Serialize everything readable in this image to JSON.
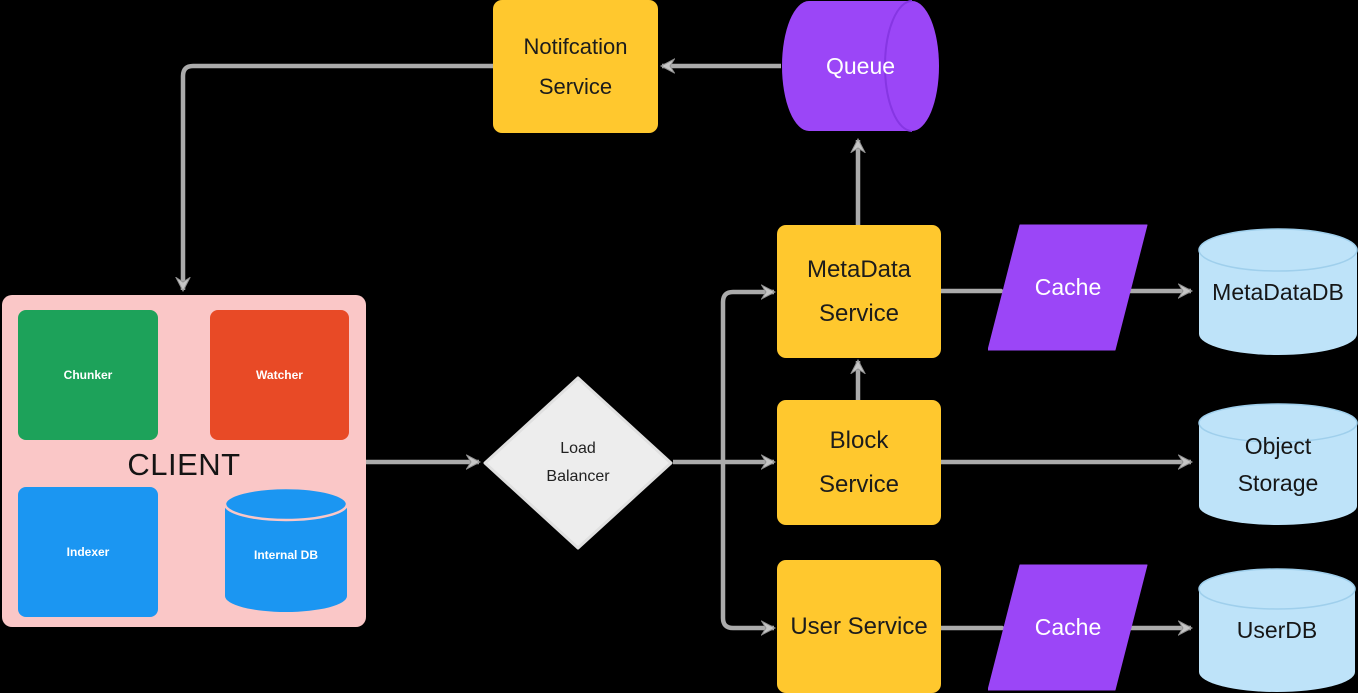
{
  "colors": {
    "background": "#000000",
    "yellow": "#FFC82E",
    "purple": "#9B46F7",
    "purple_rim": "#8636E3",
    "light_blue": "#BEE3F9",
    "light_blue_rim": "#9FCFEC",
    "pink": "#FAC7C7",
    "green": "#1DA25A",
    "red": "#E84A26",
    "blue": "#1B96F2",
    "diamond_fill": "#EDEDED",
    "diamond_stroke": "#E0E0E0",
    "connector": "#ABABAB",
    "arrowhead": "#C6C6C6",
    "arrowhead_stroke": "#929292"
  },
  "nodes": {
    "notification_service": {
      "label": "Notifcation\nService",
      "shape": "rounded-rectangle"
    },
    "queue": {
      "label": "Queue",
      "shape": "horizontal-cylinder"
    },
    "client": {
      "label": "CLIENT",
      "shape": "container",
      "chunker": {
        "label": "Chunker",
        "shape": "rounded-rectangle"
      },
      "watcher": {
        "label": "Watcher",
        "shape": "rounded-rectangle"
      },
      "indexer": {
        "label": "Indexer",
        "shape": "rounded-rectangle"
      },
      "internal_db": {
        "label": "Internal DB",
        "shape": "cylinder"
      }
    },
    "load_balancer": {
      "label": "Load\nBalancer",
      "shape": "diamond"
    },
    "metadata_service": {
      "label": "MetaData\nService",
      "shape": "rounded-rectangle"
    },
    "block_service": {
      "label": "Block\nService",
      "shape": "rounded-rectangle"
    },
    "user_service": {
      "label": "User Service",
      "shape": "rounded-rectangle"
    },
    "cache_metadata": {
      "label": "Cache",
      "shape": "parallelogram"
    },
    "cache_user": {
      "label": "Cache",
      "shape": "parallelogram"
    },
    "metadata_db": {
      "label": "MetaDataDB",
      "shape": "cylinder"
    },
    "object_storage": {
      "label": "Object\nStorage",
      "shape": "cylinder"
    },
    "user_db": {
      "label": "UserDB",
      "shape": "cylinder"
    }
  },
  "edges": [
    {
      "from": "queue",
      "to": "notification_service",
      "arrow": true
    },
    {
      "from": "notification_service",
      "to": "client",
      "arrow": true
    },
    {
      "from": "metadata_service",
      "to": "queue",
      "arrow": true
    },
    {
      "from": "client",
      "to": "load_balancer",
      "arrow": true
    },
    {
      "from": "load_balancer",
      "to": "metadata_service",
      "arrow": true
    },
    {
      "from": "load_balancer",
      "to": "block_service",
      "arrow": true
    },
    {
      "from": "load_balancer",
      "to": "user_service",
      "arrow": true
    },
    {
      "from": "block_service",
      "to": "metadata_service",
      "arrow": true
    },
    {
      "from": "metadata_service",
      "to": "cache_metadata",
      "arrow": false
    },
    {
      "from": "cache_metadata",
      "to": "metadata_db",
      "arrow": true
    },
    {
      "from": "block_service",
      "to": "object_storage",
      "arrow": true
    },
    {
      "from": "user_service",
      "to": "cache_user",
      "arrow": false
    },
    {
      "from": "cache_user",
      "to": "user_db",
      "arrow": true
    }
  ]
}
